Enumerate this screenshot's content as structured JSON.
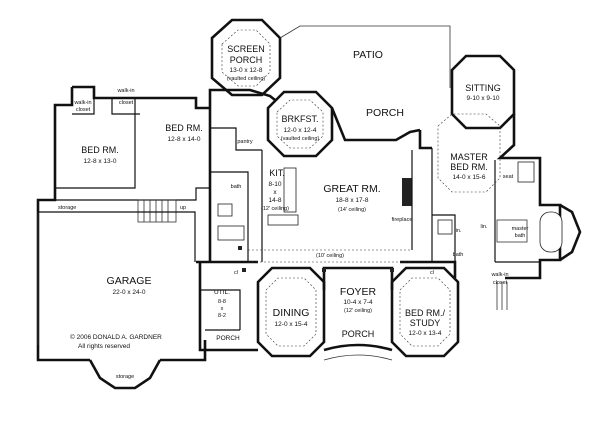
{
  "rooms": {
    "screen_porch": {
      "name_line1": "SCREEN",
      "name_line2": "PORCH",
      "dims": "13-0 x 12-8",
      "note": "(vaulted ceiling)"
    },
    "patio": {
      "name": "PATIO"
    },
    "sitting": {
      "name": "SITTING",
      "dims": "9-10 x 9-10"
    },
    "porch_rear": {
      "name": "PORCH"
    },
    "brkfst": {
      "name": "BRKFST.",
      "dims": "12-0 x 12-4",
      "note": "(vaulted ceiling)"
    },
    "walk_in_closet_left": {
      "line1": "walk-in",
      "line2": "closet"
    },
    "walk_in_closet_top": {
      "line1": "walk-in",
      "line2": "closet"
    },
    "bed_rm_1": {
      "name": "BED RM.",
      "dims": "12-8 x 13-0"
    },
    "bed_rm_2": {
      "name": "BED RM.",
      "dims": "12-8 x 14-0"
    },
    "pantry": {
      "name": "pantry"
    },
    "bath_left": {
      "name": "bath"
    },
    "kit": {
      "name": "KIT.",
      "dims_line1": "8-10",
      "dims_line2": "x",
      "dims_line3": "14-8",
      "note": "(12' ceiling)"
    },
    "great_rm": {
      "name": "GREAT RM.",
      "dims": "18-8 x 17-8",
      "note": "(14' ceiling)"
    },
    "fireplace": {
      "name": "fireplace"
    },
    "master_bed": {
      "name_line1": "MASTER",
      "name_line2": "BED RM.",
      "dims": "14-0 x 15-6"
    },
    "seat": {
      "name": "seat"
    },
    "master_bath": {
      "line1": "master",
      "line2": "bath"
    },
    "lin_master": {
      "name": "lin."
    },
    "bath_right": {
      "name": "bath"
    },
    "walk_in_closet_right": {
      "line1": "walk-in",
      "line2": "closet"
    },
    "storage_left": {
      "name": "storage"
    },
    "up_stair": {
      "name": "up"
    },
    "garage": {
      "name": "GARAGE",
      "dims": "22-0 x 24-0"
    },
    "ten_ceiling": {
      "note": "(10' ceiling)"
    },
    "util": {
      "name": "UTIL.",
      "dims_line1": "8-8",
      "dims_line2": "x",
      "dims_line3": "8-2"
    },
    "dining": {
      "name": "DINING",
      "dims": "12-0 x 15-4"
    },
    "foyer": {
      "name": "FOYER",
      "dims": "10-4 x 7-4",
      "note": "(12' ceiling)"
    },
    "porch_front": {
      "name": "PORCH"
    },
    "porch_side": {
      "name": "PORCH"
    },
    "bed_study": {
      "name_line1": "BED RM./",
      "name_line2": "STUDY",
      "dims": "12-0 x 13-4"
    },
    "lin_study": {
      "name": "lin."
    },
    "cl_left": {
      "name": "cl"
    },
    "cl_right": {
      "name": "cl"
    },
    "storage_bottom": {
      "name": "storage"
    }
  },
  "copyright": {
    "line1": "© 2006 DONALD A. GARDNER",
    "line2": "All rights reserved"
  }
}
